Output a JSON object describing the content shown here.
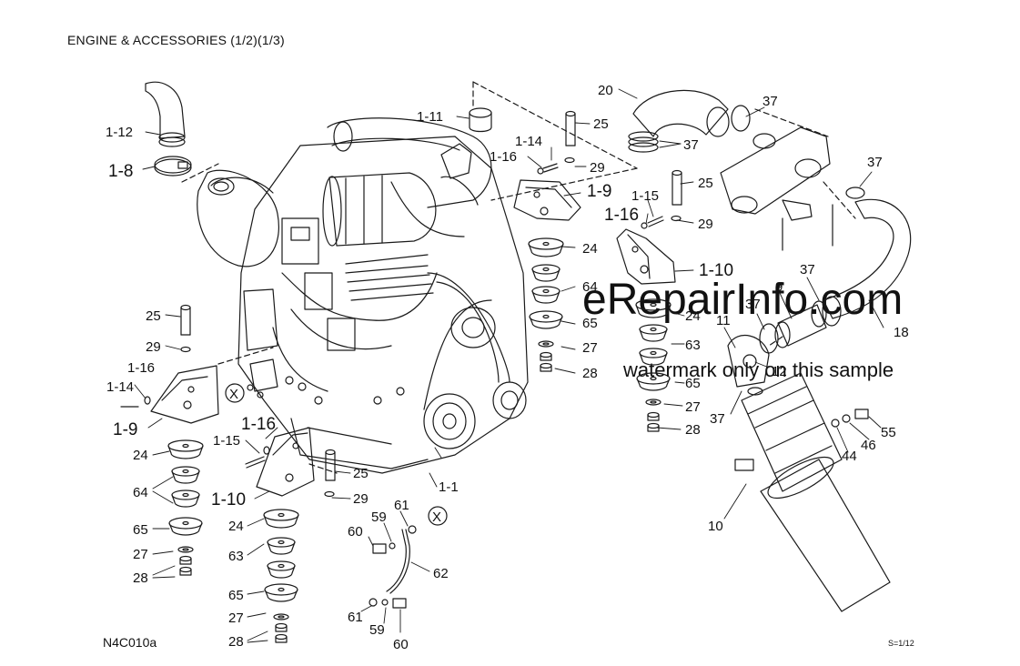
{
  "header": {
    "title": "ENGINE & ACCESSORIES (1/2)(1/3)"
  },
  "footer": {
    "code": "N4C010a",
    "scale": "S=1/12"
  },
  "watermark": {
    "line1": "eRepairInfo.com",
    "line2": "watermark only on this sample",
    "color": "#c8c8c8"
  },
  "callouts": {
    "l_1_12": "1-12",
    "l_1_8": "1-8",
    "l_1_11": "1-11",
    "l_25_a": "25",
    "l_1_14_a": "1-14",
    "l_1_16_a": "1-16",
    "l_29_a": "29",
    "l_1_9_a": "1-9",
    "l_1_15_a": "1-15",
    "l_1_16_b": "1-16",
    "l_25_b": "25",
    "l_29_b": "29",
    "l_24_a": "24",
    "l_64_a": "64",
    "l_65_a": "65",
    "l_27_a": "27",
    "l_28_a": "28",
    "l_1_10_a": "1-10",
    "l_24_b": "24",
    "l_63_a": "63",
    "l_65_b": "65",
    "l_27_b": "27",
    "l_28_b": "28",
    "l_20": "20",
    "l_37_a": "37",
    "l_37_b": "37",
    "l_37_c": "37",
    "l_37_d": "37",
    "l_37_e": "37",
    "l_37_f": "37",
    "l_9": "9",
    "l_11": "11",
    "l_12": "12",
    "l_18": "18",
    "l_10": "10",
    "l_44": "44",
    "l_46": "46",
    "l_55": "55",
    "l_25_c": "25",
    "l_29_c": "29",
    "l_1_16_c": "1-16",
    "l_1_14_c": "1-14",
    "l_1_9_c": "1-9",
    "l_24_c": "24",
    "l_64_c": "64",
    "l_65_c": "65",
    "l_27_c": "27",
    "l_28_c": "28",
    "l_1_16_d": "1-16",
    "l_1_15_d": "1-15",
    "l_25_d": "25",
    "l_29_d": "29",
    "l_1_10_d": "1-10",
    "l_24_d": "24",
    "l_63_d": "63",
    "l_65_d": "65",
    "l_27_d": "27",
    "l_28_d": "28",
    "l_1_1": "1-1",
    "l_61_a": "61",
    "l_59_a": "59",
    "l_60_a": "60",
    "l_62": "62",
    "l_61_b": "61",
    "l_59_b": "59",
    "l_60_b": "60",
    "x_a": "X",
    "x_b": "X"
  }
}
